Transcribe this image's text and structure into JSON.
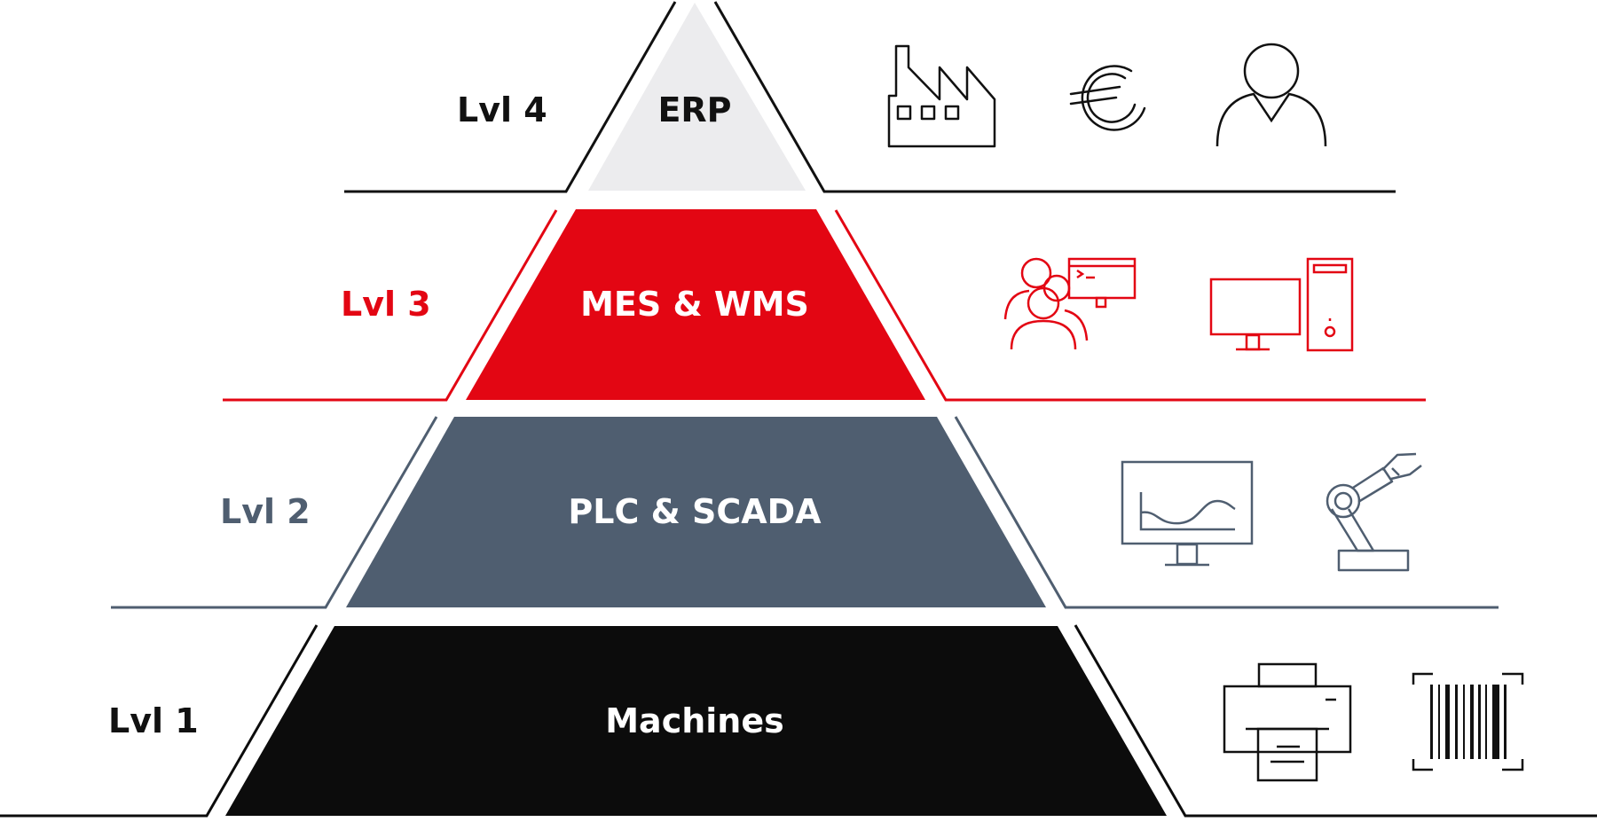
{
  "colors": {
    "background": "#ffffff",
    "level4_fill": "#ececee",
    "level4_accent": "#111111",
    "level3_accent": "#e30613",
    "level2_accent": "#4f5e70",
    "level1_accent": "#0c0c0c",
    "tier_text_dark": "#111111",
    "tier_text_light": "#ffffff"
  },
  "levels": [
    {
      "id": "level4",
      "level_label": "Lvl 4",
      "tier_label": "ERP",
      "icons": [
        "factory-icon",
        "euro-icon",
        "user-icon"
      ]
    },
    {
      "id": "level3",
      "level_label": "Lvl 3",
      "tier_label": "MES & WMS",
      "icons": [
        "team-monitor-icon",
        "desktop-computer-icon"
      ]
    },
    {
      "id": "level2",
      "level_label": "Lvl 2",
      "tier_label": "PLC & SCADA",
      "icons": [
        "scada-monitor-icon",
        "robot-arm-icon"
      ]
    },
    {
      "id": "level1",
      "level_label": "Lvl 1",
      "tier_label": "Machines",
      "icons": [
        "printer-icon",
        "barcode-icon"
      ]
    }
  ]
}
